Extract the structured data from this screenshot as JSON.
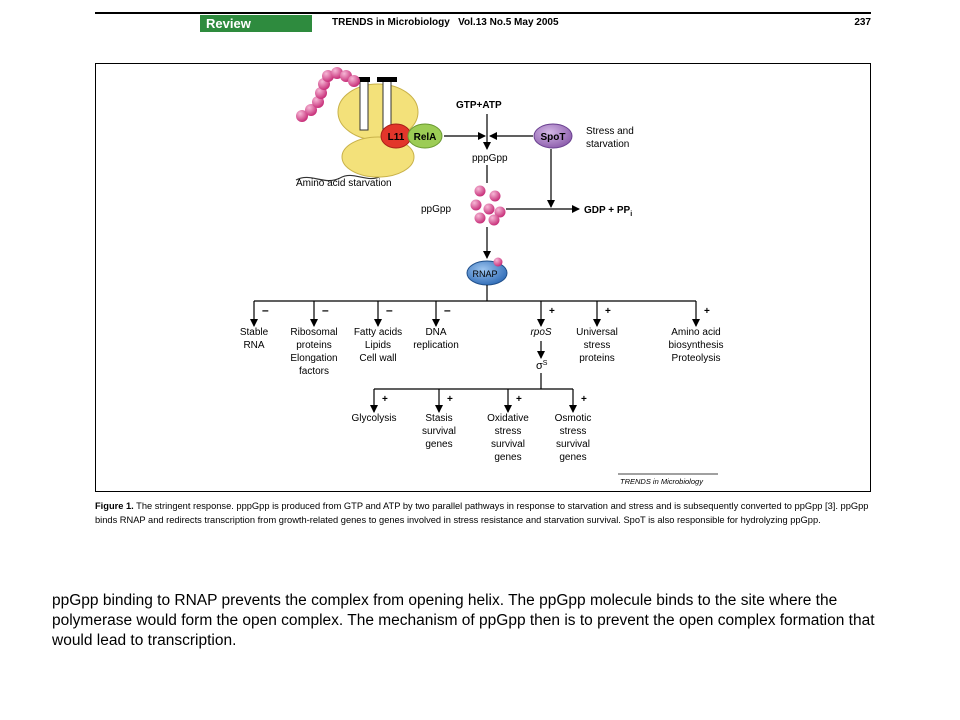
{
  "header": {
    "section": "Review",
    "citation": "TRENDS in Microbiology   Vol.13 No.5 May 2005",
    "page": "237"
  },
  "figure": {
    "top": {
      "gtp_atp": "GTP+ATP",
      "l11": "L11",
      "rela": "RelA",
      "spot": "SpoT",
      "stress_line1": "Stress and",
      "stress_line2": "starvation",
      "amino_starvation": "Amino acid starvation",
      "pppgpp": "pppGpp",
      "ppgpp": "ppGpp",
      "gdp_pp": "GDP + PP",
      "gdp_pp_sub": "i",
      "rnap": "RNAP"
    },
    "first_tier": [
      {
        "sign": "–",
        "lines": [
          "Stable",
          "RNA"
        ]
      },
      {
        "sign": "–",
        "lines": [
          "Ribosomal",
          "proteins",
          "Elongation",
          "factors"
        ]
      },
      {
        "sign": "–",
        "lines": [
          "Fatty acids",
          "Lipids",
          "Cell wall"
        ]
      },
      {
        "sign": "–",
        "lines": [
          "DNA",
          "replication"
        ]
      },
      {
        "sign": "+",
        "lines": [
          "rpoS"
        ]
      },
      {
        "sign": "+",
        "lines": [
          "Universal",
          "stress",
          "proteins"
        ]
      },
      {
        "sign": "+",
        "lines": [
          "Amino acid",
          "biosynthesis",
          "Proteolysis"
        ]
      }
    ],
    "sigma_label": "σ",
    "sigma_sup": "S",
    "second_tier": [
      {
        "sign": "+",
        "lines": [
          "Glycolysis"
        ]
      },
      {
        "sign": "+",
        "lines": [
          "Stasis",
          "survival",
          "genes"
        ]
      },
      {
        "sign": "+",
        "lines": [
          "Oxidative",
          "stress",
          "survival",
          "genes"
        ]
      },
      {
        "sign": "+",
        "lines": [
          "Osmotic",
          "stress",
          "survival",
          "genes"
        ]
      }
    ],
    "credit": "TRENDS in Microbiology"
  },
  "caption": {
    "label": "Figure 1.",
    "text": " The stringent response. pppGpp is produced from GTP and ATP by two parallel pathways in response to starvation and stress and is subsequently converted to ppGpp [3]. ppGpp binds RNAP and redirects transcription from growth-related genes to genes involved in stress resistance and starvation survival. SpoT is also responsible for hydrolyzing ppGpp."
  },
  "body_text": "ppGpp binding to RNAP prevents the complex from opening helix.  The ppGpp molecule binds to the site where the polymerase would form the open complex.  The mechanism of ppGpp then is to prevent the open complex formation that would lead to transcription.",
  "colors": {
    "review_green": "#2e8b3e",
    "ribosome_yellow": "#f3e17a",
    "l11_red": "#e2352b",
    "rela_green": "#9ccc55",
    "spot_purple": "#a57ac0",
    "ppgpp_pink": "#d9468a",
    "rnap_blue": "#3f7fc9"
  }
}
